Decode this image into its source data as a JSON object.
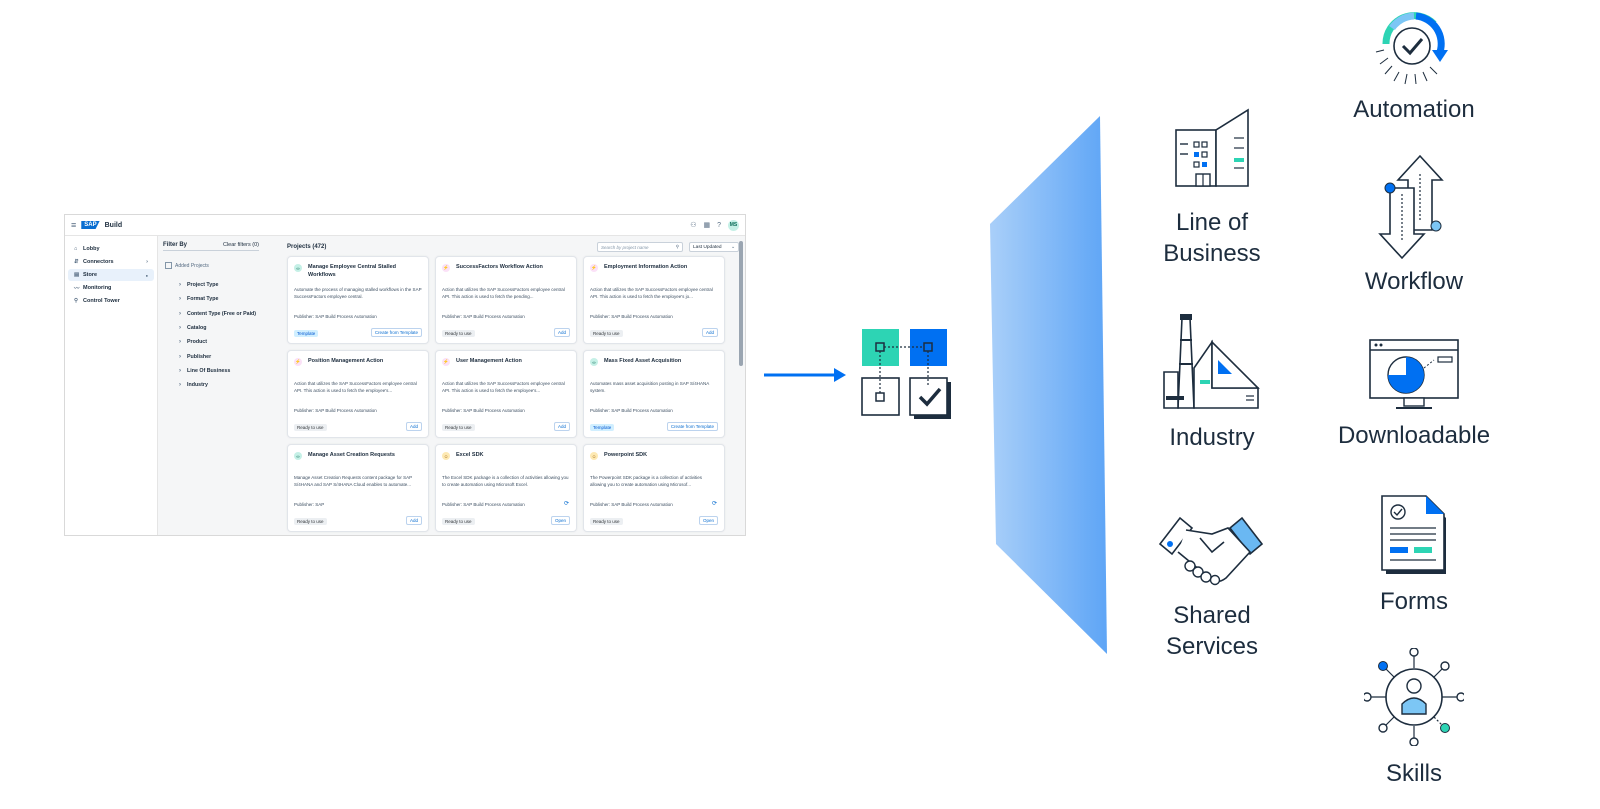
{
  "app": {
    "brand_logo": "SAP",
    "name": "Build",
    "user_initials": "MS",
    "icons": [
      "menu-icon",
      "notifications-icon",
      "apps-icon",
      "help-icon"
    ]
  },
  "nav": [
    {
      "label": "Lobby",
      "icon": "home-icon",
      "extra": ""
    },
    {
      "label": "Connectors",
      "icon": "connector-icon",
      "extra": "›"
    },
    {
      "label": "Store",
      "icon": "store-icon",
      "extra": "●"
    },
    {
      "label": "Monitoring",
      "icon": "monitoring-icon",
      "extra": ""
    },
    {
      "label": "Control Tower",
      "icon": "control-tower-icon",
      "extra": ""
    }
  ],
  "filters": {
    "title": "Filter By",
    "clear": "Clear filters (0)",
    "added_projects": "Added Projects",
    "items": [
      "Project Type",
      "Format Type",
      "Content Type (Free or Paid)",
      "Catalog",
      "Product",
      "Publisher",
      "Line Of Business",
      "Industry"
    ]
  },
  "projects": {
    "title": "Projects (472)",
    "search_placeholder": "Search by project name",
    "sort": "Last Updated",
    "cards": [
      {
        "title": "Manage Employee Central Stalled Workflows",
        "icon_color": "#c5f0e6",
        "icon_fg": "#0b6b57",
        "icon": "∞",
        "desc": "Automate the process of managing stalled workflows in the SAP SuccessFactors employee central.",
        "publisher": "Publisher: SAP Build Process Automation",
        "tag": "Template",
        "tag_type": "tpl",
        "action": "Create from Template",
        "refresh": false
      },
      {
        "title": "SuccessFactors Workflow Action",
        "icon_color": "#fbe1f7",
        "icon_fg": "#c0399f",
        "icon": "⚡",
        "desc": "Action that utilizes the SAP SuccessFactors employee central API. This action is used to fetch the pending...",
        "publisher": "Publisher: SAP Build Process Automation",
        "tag": "Ready to use",
        "tag_type": "",
        "action": "Add",
        "refresh": false
      },
      {
        "title": "Employment Information Action",
        "icon_color": "#fbe1f7",
        "icon_fg": "#c0399f",
        "icon": "⚡",
        "desc": "Action that utilizes the SAP SuccessFactors employee central API. This action is used to fetch the employee's jo...",
        "publisher": "Publisher: SAP Build Process Automation",
        "tag": "Ready to use",
        "tag_type": "",
        "action": "Add",
        "refresh": false
      },
      {
        "title": "Position Management Action",
        "icon_color": "#fbe1f7",
        "icon_fg": "#c0399f",
        "icon": "⚡",
        "desc": "Action that utilizes the SAP SuccessFactors employee central API. This action is used to fetch the employee's...",
        "publisher": "Publisher: SAP Build Process Automation",
        "tag": "Ready to use",
        "tag_type": "",
        "action": "Add",
        "refresh": false
      },
      {
        "title": "User Management Action",
        "icon_color": "#fbe1f7",
        "icon_fg": "#c0399f",
        "icon": "⚡",
        "desc": "Action that utilizes the SAP SuccessFactors employee central API. This action is used to fetch the employee's...",
        "publisher": "Publisher: SAP Build Process Automation",
        "tag": "Ready to use",
        "tag_type": "",
        "action": "Add",
        "refresh": false
      },
      {
        "title": "Mass Fixed Asset Acquisition",
        "icon_color": "#c5f0e6",
        "icon_fg": "#0b6b57",
        "icon": "∞",
        "desc": "Automates mass asset acquisition posting in SAP S/4HANA system.",
        "publisher": "Publisher: SAP Build Process Automation",
        "tag": "Template",
        "tag_type": "tpl",
        "action": "Create from Template",
        "refresh": false
      },
      {
        "title": "Manage Asset Creation Requests",
        "icon_color": "#c5f0e6",
        "icon_fg": "#0b6b57",
        "icon": "∞",
        "desc": "Manage Asset Creation Requests content package for SAP S/4HANA and SAP S/4HANA Cloud enables to automate...",
        "publisher": "Publisher: SAP",
        "tag": "Ready to use",
        "tag_type": "",
        "action": "Add",
        "refresh": false
      },
      {
        "title": "Excel SDK",
        "icon_color": "#fde9b3",
        "icon_fg": "#a0620a",
        "icon": "☺",
        "desc": "The Excel SDK package is a collection of activities allowing you to create automation using Microsoft Excel.",
        "publisher": "Publisher: SAP Build Process Automation",
        "tag": "Ready to use",
        "tag_type": "",
        "action": "Open",
        "refresh": true
      },
      {
        "title": "Powerpoint SDK",
        "icon_color": "#fde9b3",
        "icon_fg": "#a0620a",
        "icon": "☺",
        "desc": "The Powerpoint SDK package is a collection of activities allowing you to create automation using Microsof...",
        "publisher": "Publisher: SAP Build Process Automation",
        "tag": "Ready to use",
        "tag_type": "",
        "action": "Open",
        "refresh": true
      }
    ]
  },
  "infographic": {
    "left_categories": [
      {
        "label": "Line of Business",
        "icon": "office-building-icon"
      },
      {
        "label": "Industry",
        "icon": "factory-icon"
      },
      {
        "label": "Shared Services",
        "icon": "handshake-icon"
      }
    ],
    "right_categories": [
      {
        "label": "Automation",
        "icon": "automation-gauge-icon"
      },
      {
        "label": "Workflow",
        "icon": "workflow-arrows-icon"
      },
      {
        "label": "Downloadable",
        "icon": "monitor-chart-icon"
      },
      {
        "label": "Forms",
        "icon": "form-document-icon"
      },
      {
        "label": "Skills",
        "icon": "skills-network-icon"
      }
    ],
    "colors": {
      "blue": "#0070f2",
      "teal": "#2dd4b4",
      "panel": "#6aabf7",
      "dark": "#1d2d3e"
    }
  }
}
